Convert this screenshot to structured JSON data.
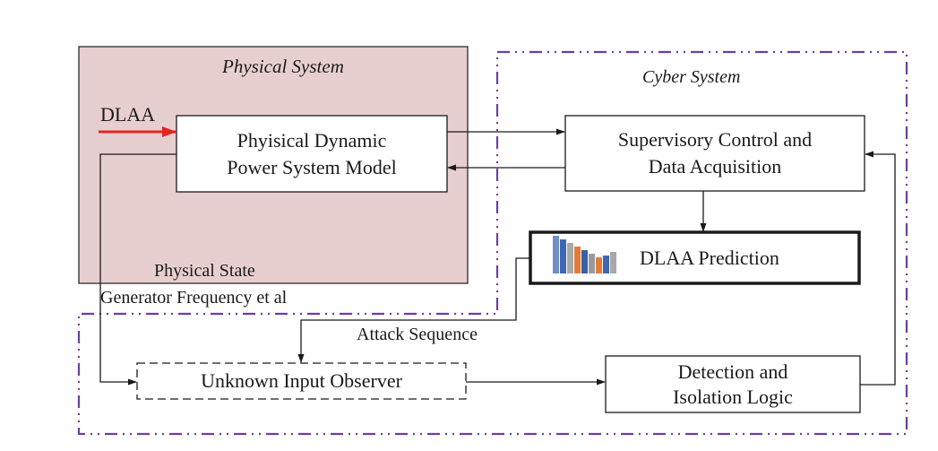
{
  "physical_system": {
    "title": "Physical System",
    "dlaa_input_label": "DLAA",
    "model_block": {
      "line1": "Phyisical Dynamic",
      "line2": "Power System Model"
    },
    "state_label": "Physical State",
    "state_detail": "Generator Frequency et al"
  },
  "cyber_system": {
    "title": "Cyber System",
    "scada_block": {
      "line1": "Supervisory Control and",
      "line2": "Data Acquisition"
    },
    "prediction_block": {
      "label": "DLAA Prediction"
    },
    "attack_label": "Attack Sequence",
    "observer_block": {
      "label": "Unknown Input Observer"
    },
    "detection_block": {
      "line1": "Detection and",
      "line2": "Isolation Logic"
    }
  },
  "colors": {
    "physical_fill": "#e8cfcf",
    "cyber_border": "#6b3fa0",
    "dlaa_arrow": "#e52420",
    "icon_bars": [
      "#6e8fc8",
      "#3f67b0",
      "#a8a8a8",
      "#e37c3b",
      "#3b5fa5",
      "#9a9a9a",
      "#e37c3b",
      "#3f67b0",
      "#a8a8a8"
    ]
  },
  "icons": {
    "prediction": "bar-chart-icon"
  }
}
